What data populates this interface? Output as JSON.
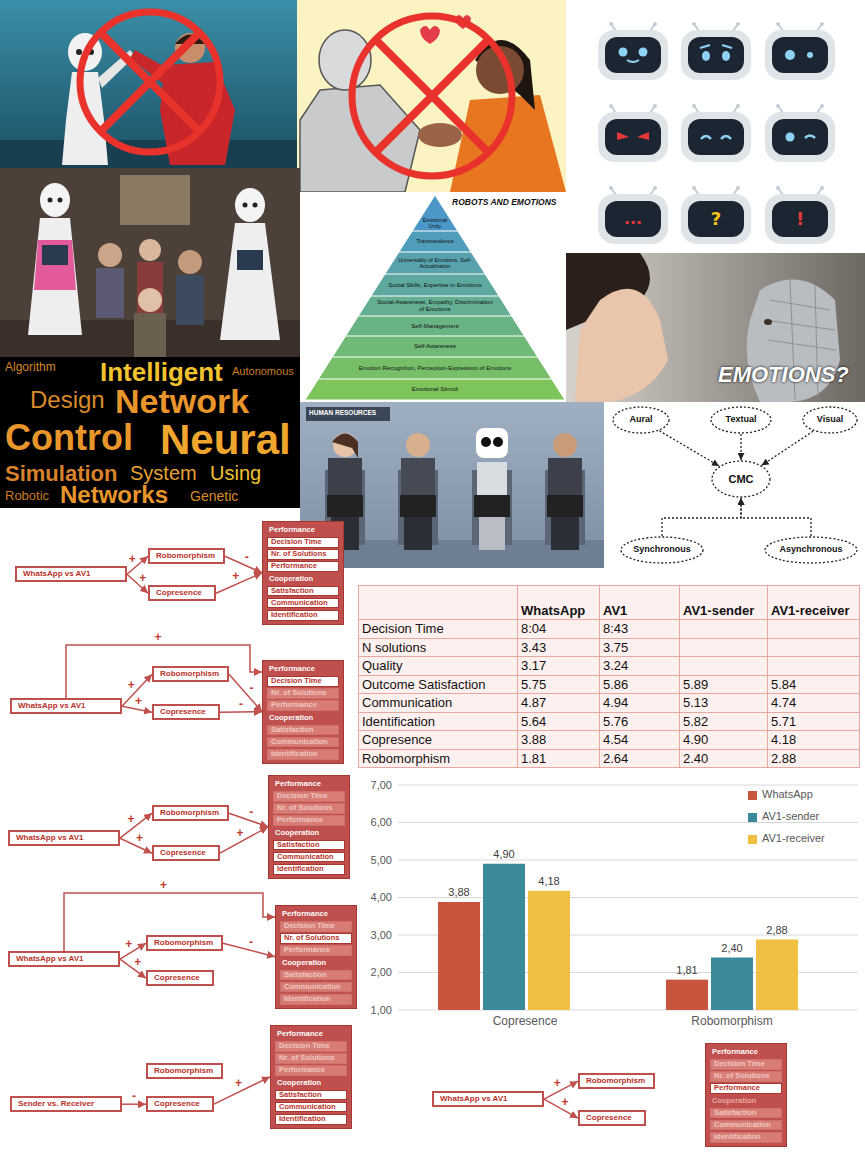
{
  "diagram": {
    "nodes": [
      {
        "text": [
          "Emotional Unity"
        ]
      },
      {
        "text": [
          "Transcendence"
        ]
      },
      {
        "text": [
          "Universality of Emotions, Self-Actualization"
        ]
      },
      {
        "text": [
          "Social Skills, Expertise in Emotions"
        ]
      },
      {
        "text": [
          "Social-Awareness, Empathy, Discrimination of Emotions"
        ]
      },
      {
        "text": [
          "Self-Management"
        ]
      },
      {
        "text": [
          "Self-Awareness"
        ]
      },
      {
        "text": [
          "Emotion Recognition, Perception-Expression of Emotions"
        ]
      },
      {
        "text": [
          "Emotional Stimuli"
        ]
      },
      {
        "text": [
          "Aural"
        ]
      },
      {
        "text": [
          "Textual"
        ]
      },
      {
        "text": [
          "Visual"
        ]
      },
      {
        "text": [
          "CMC"
        ]
      },
      {
        "text": [
          "Synchronous"
        ]
      },
      {
        "text": [
          "Asynchronous"
        ]
      },
      {
        "text": [
          "WhatsApp vs AV1"
        ]
      },
      {
        "text": [
          "Robomorphism"
        ]
      },
      {
        "text": [
          "Copresence"
        ]
      },
      {
        "text": [
          "Performance",
          "Decision Time",
          "Nr. of Solutions",
          "Performance",
          "Cooperation",
          "Satisfaction",
          "Communication",
          "Identification"
        ]
      },
      {
        "text": [
          "WhatsApp vs AV1"
        ]
      },
      {
        "text": [
          "Robomorphism"
        ]
      },
      {
        "text": [
          "Copresence"
        ]
      },
      {
        "text": [
          "Performance",
          "Decision Time",
          "Nr. of Solutions",
          "Performance",
          "Cooperation",
          "Satisfaction",
          "Communication",
          "Identification"
        ]
      },
      {
        "text": [
          "WhatsApp vs AV1"
        ]
      },
      {
        "text": [
          "Robomorphism"
        ]
      },
      {
        "text": [
          "Copresence"
        ]
      },
      {
        "text": [
          "Performance",
          "Decision Time",
          "Nr. of Solutions",
          "Performance",
          "Cooperation",
          "Satisfaction",
          "Communication",
          "Identification"
        ]
      },
      {
        "text": [
          "WhatsApp vs AV1"
        ]
      },
      {
        "text": [
          "Robomorphism"
        ]
      },
      {
        "text": [
          "Copresence"
        ]
      },
      {
        "text": [
          "Performance",
          "Decision Time",
          "Nr. of Solutions",
          "Performance",
          "Cooperation",
          "Satisfaction",
          "Communication",
          "Identification"
        ]
      },
      {
        "text": [
          "Sender vs. Receiver"
        ]
      },
      {
        "text": [
          "Robomorphism"
        ]
      },
      {
        "text": [
          "Copresence"
        ]
      },
      {
        "text": [
          "Performance",
          "Decision Time",
          "Nr. of Solutions",
          "Performance",
          "Cooperation",
          "Satisfaction",
          "Communication",
          "Identification"
        ]
      },
      {
        "text": [
          "WhatsApp vs AV1"
        ]
      },
      {
        "text": [
          "Robomorphism"
        ]
      },
      {
        "text": [
          "Copresence"
        ]
      },
      {
        "text": [
          "Performance",
          "Decision Time",
          "Nr. of Solutions",
          "Performance",
          "Cooperation",
          "Satisfaction",
          "Communication",
          "Identification"
        ]
      }
    ],
    "edges": [
      {
        "from": 9,
        "to": 12,
        "arrow": "to"
      },
      {
        "from": 10,
        "to": 12,
        "arrow": "to"
      },
      {
        "from": 11,
        "to": 12,
        "arrow": "to"
      },
      {
        "from": 13,
        "to": 12,
        "arrow": "to"
      },
      {
        "from": 14,
        "to": 12,
        "arrow": "to"
      },
      {
        "from": 15,
        "to": 16,
        "label": "+",
        "arrow": "to"
      },
      {
        "from": 15,
        "to": 17,
        "label": "+",
        "arrow": "to"
      },
      {
        "from": 16,
        "to": 18,
        "label": "-",
        "arrow": "to"
      },
      {
        "from": 17,
        "to": 18,
        "label": "+",
        "arrow": "to"
      },
      {
        "from": 19,
        "to": 22,
        "label": "+",
        "arrow": "to"
      },
      {
        "from": 19,
        "to": 20,
        "label": "+",
        "arrow": "to"
      },
      {
        "from": 19,
        "to": 21,
        "label": "+",
        "arrow": "to"
      },
      {
        "from": 20,
        "to": 22,
        "label": "-",
        "arrow": "to"
      },
      {
        "from": 21,
        "to": 22,
        "label": "-",
        "arrow": "to"
      },
      {
        "from": 23,
        "to": 24,
        "label": "+",
        "arrow": "to"
      },
      {
        "from": 23,
        "to": 25,
        "label": "+",
        "arrow": "to"
      },
      {
        "from": 24,
        "to": 26,
        "label": "-",
        "arrow": "to"
      },
      {
        "from": 25,
        "to": 26,
        "label": "+",
        "arrow": "to"
      },
      {
        "from": 27,
        "to": 30,
        "label": "+",
        "arrow": "to"
      },
      {
        "from": 27,
        "to": 28,
        "label": "+",
        "arrow": "to"
      },
      {
        "from": 27,
        "to": 29,
        "label": "+",
        "arrow": "to"
      },
      {
        "from": 28,
        "to": 30,
        "label": "-",
        "arrow": "to"
      },
      {
        "from": 31,
        "to": 33,
        "label": "-",
        "arrow": "to"
      },
      {
        "from": 33,
        "to": 34,
        "label": "+",
        "arrow": "to"
      },
      {
        "from": 35,
        "to": 36,
        "label": "+",
        "arrow": "to"
      },
      {
        "from": 35,
        "to": 37,
        "label": "+",
        "arrow": "to"
      }
    ],
    "labels": [
      "Algorithm",
      "Intelligent",
      "Autonomous",
      "Design",
      "Network",
      "Control",
      "Neural",
      "Simulation",
      "System",
      "Using",
      "Robotic",
      "Networks",
      "Genetic",
      "ROBOTS AND EMOTIONS",
      "...",
      "?",
      "!",
      "EMOTIONS?",
      "HUMAN RESOURCES",
      "WhatsApp",
      "AV1",
      "AV1-sender",
      "AV1-receiver",
      "Decision Time",
      "8:04",
      "8:43",
      "N solutions",
      "3.43",
      "3.75",
      "Quality",
      "3.17",
      "3.24",
      "Outcome Satisfaction",
      "5.75",
      "5.86",
      "5.89",
      "5.84",
      "Communication",
      "4.87",
      "4.94",
      "5.13",
      "4.74",
      "Identification",
      "5.64",
      "5.76",
      "5.82",
      "5.71",
      "Copresence",
      "3.88",
      "4.54",
      "4.90",
      "4.18",
      "Robomorphism",
      "1.81",
      "2.64",
      "2.40",
      "2.88",
      "7,00",
      "6,00",
      "5,00",
      "4,00",
      "3,00",
      "2,00",
      "1,00",
      "3,88",
      "4,90",
      "4,18",
      "1,81",
      "2,40",
      "2,88",
      "Copresence",
      "Robomorphism"
    ],
    "legend": [
      {
        "text": "WhatsApp",
        "color": "#c8553d"
      },
      {
        "text": "AV1-sender",
        "color": "#3a8a9c"
      },
      {
        "text": "AV1-receiver",
        "color": "#f0c045"
      }
    ]
  }
}
